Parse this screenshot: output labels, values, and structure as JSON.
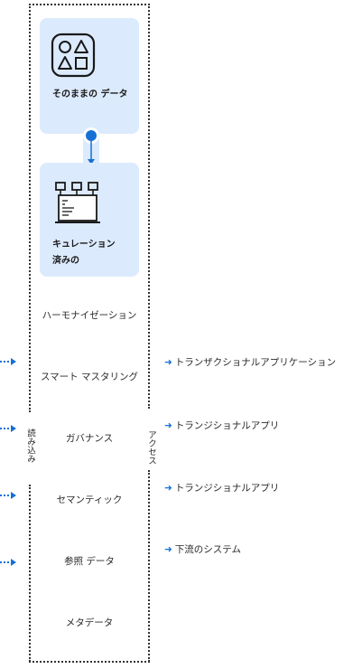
{
  "cards": {
    "raw": {
      "title": "そのままの データ",
      "icon": "shapes-icon"
    },
    "curated": {
      "title": "キュレーション\n済みの",
      "icon": "dashboard-screen-icon"
    }
  },
  "layers": [
    "ハーモナイゼーション",
    "スマート マスタリング",
    "ガバナンス",
    "セマンティック",
    "参照 データ",
    "メタデータ"
  ],
  "side_labels": {
    "left": "読み込み",
    "right": "アクセス"
  },
  "outputs": [
    "トランザクショナルアプリケーション",
    "トランジショナルアプリ",
    "トランジショナルアプリ",
    "下流のシステム"
  ],
  "colors": {
    "card_bg": "#dceafd",
    "accent": "#1570d6",
    "dots": "#333333"
  }
}
